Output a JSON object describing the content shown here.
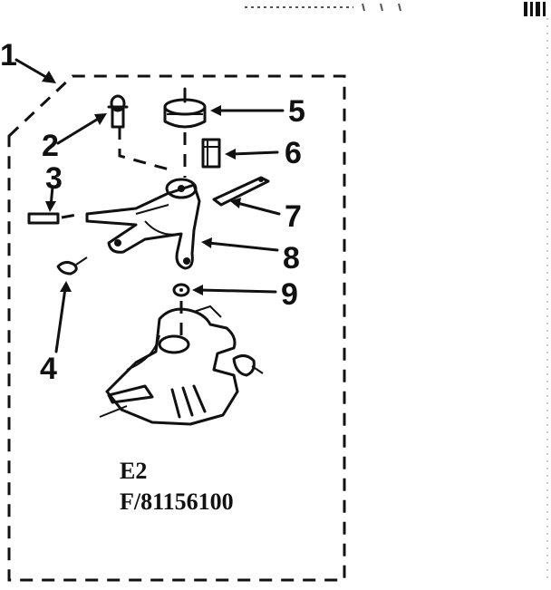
{
  "callouts": {
    "c1": "1",
    "c2": "2",
    "c3": "3",
    "c4": "4",
    "c5": "5",
    "c6": "6",
    "c7": "7",
    "c8": "8",
    "c9": "9"
  },
  "model_code": "E2",
  "part_number": "F/81156100"
}
